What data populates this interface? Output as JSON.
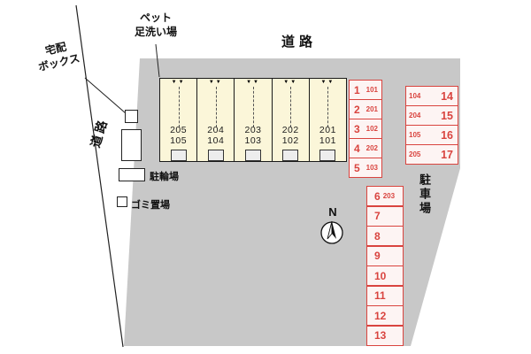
{
  "colors": {
    "site_fill": "#c8c8c8",
    "building_fill": "#fbf6d9",
    "parking_accent": "#d9443f",
    "parking_fill": "#fdf4f3"
  },
  "labels": {
    "road_top": "道路",
    "road_side": "道路",
    "delivery_box_line1": "宅配",
    "delivery_box_line2": "ボックス",
    "pet_wash_line1": "ペット",
    "pet_wash_line2": "足洗い場",
    "bicycle_parking": "駐輪場",
    "garbage_area": "ゴミ置場",
    "parking_lot_vertical": "駐車場",
    "compass_north": "N",
    "unit_marker_icon": "▼▼"
  },
  "building": {
    "units": [
      {
        "upper": "205",
        "lower": "105"
      },
      {
        "upper": "204",
        "lower": "104"
      },
      {
        "upper": "203",
        "lower": "103"
      },
      {
        "upper": "202",
        "lower": "102"
      },
      {
        "upper": "201",
        "lower": "101"
      }
    ]
  },
  "parking": {
    "upper_column": [
      {
        "no": "1",
        "room": "101"
      },
      {
        "no": "2",
        "room": "201"
      },
      {
        "no": "3",
        "room": "102"
      },
      {
        "no": "4",
        "room": "202"
      },
      {
        "no": "5",
        "room": "103"
      }
    ],
    "right_column": [
      {
        "room": "104",
        "no": "14"
      },
      {
        "room": "204",
        "no": "15"
      },
      {
        "room": "105",
        "no": "16"
      },
      {
        "room": "205",
        "no": "17"
      }
    ],
    "lower_column": [
      {
        "no": "6",
        "room": "203"
      },
      {
        "no": "7",
        "room": ""
      },
      {
        "no": "8",
        "room": ""
      },
      {
        "no": "9",
        "room": ""
      },
      {
        "no": "10",
        "room": ""
      },
      {
        "no": "11",
        "room": ""
      },
      {
        "no": "12",
        "room": ""
      },
      {
        "no": "13",
        "room": ""
      }
    ]
  }
}
